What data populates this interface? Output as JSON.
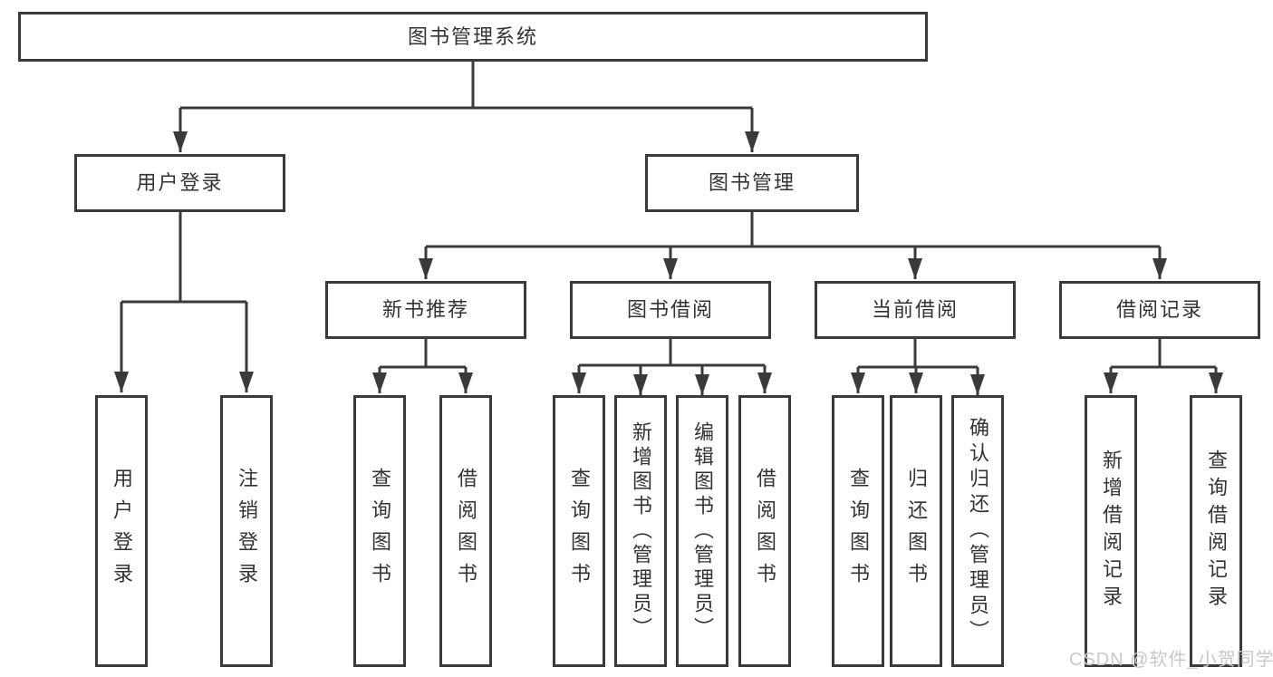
{
  "diagram": {
    "root": {
      "label": "图书管理系统"
    },
    "level2": [
      {
        "label": "用户登录"
      },
      {
        "label": "图书管理"
      }
    ],
    "level3": [
      {
        "label": "新书推荐",
        "parent": "图书管理"
      },
      {
        "label": "图书借阅",
        "parent": "图书管理"
      },
      {
        "label": "当前借阅",
        "parent": "图书管理"
      },
      {
        "label": "借阅记录",
        "parent": "图书管理"
      }
    ],
    "leaves": [
      {
        "label": "用户登录",
        "parent": "用户登录"
      },
      {
        "label": "注销登录",
        "parent": "用户登录"
      },
      {
        "label": "查询图书",
        "parent": "新书推荐"
      },
      {
        "label": "借阅图书",
        "parent": "新书推荐"
      },
      {
        "label": "查询图书",
        "parent": "图书借阅"
      },
      {
        "label": "新增图书（管理员）",
        "parent": "图书借阅"
      },
      {
        "label": "编辑图书（管理员）",
        "parent": "图书借阅"
      },
      {
        "label": "借阅图书",
        "parent": "图书借阅"
      },
      {
        "label": "查询图书",
        "parent": "当前借阅"
      },
      {
        "label": "归还图书",
        "parent": "当前借阅"
      },
      {
        "label": "确认归还（管理员）",
        "parent": "当前借阅"
      },
      {
        "label": "新增借阅记录",
        "parent": "借阅记录"
      },
      {
        "label": "查询借阅记录",
        "parent": "借阅记录"
      }
    ],
    "watermark": "CSDN @软件_小贺同学",
    "colors": {
      "line": "#3a3a3a",
      "box_border": "#3a3a3a",
      "box_fill": "#ffffff",
      "text": "#333333",
      "watermark": "#c8c8c8"
    }
  }
}
